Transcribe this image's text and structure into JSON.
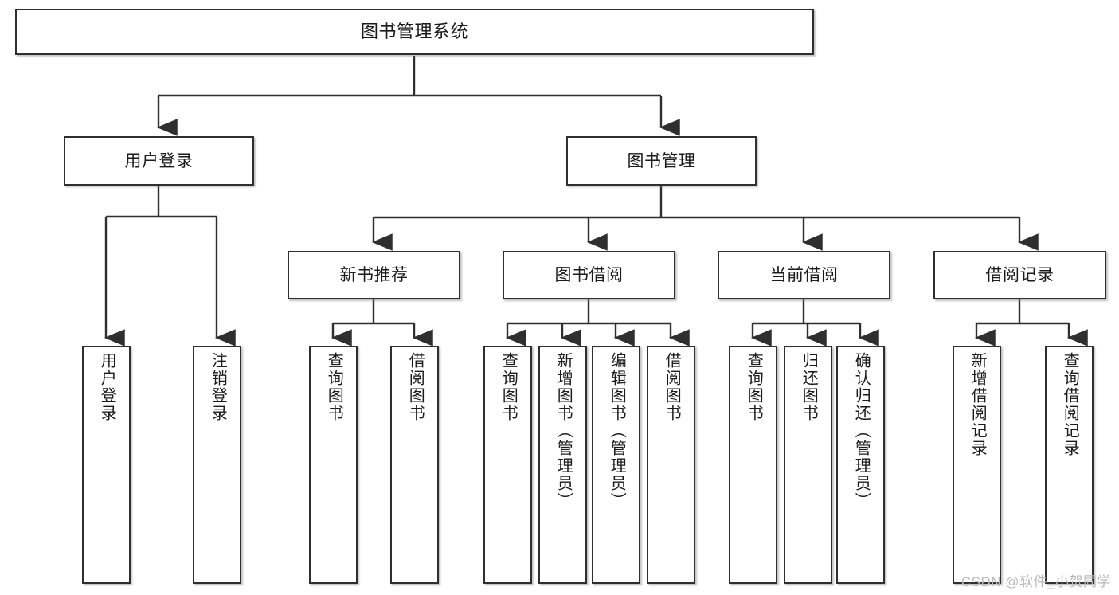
{
  "diagram": {
    "title": "图书管理系统",
    "type": "tree",
    "watermark": "CSDN @软件_小贺同学",
    "colors": {
      "box_border": "#2f2f2f",
      "box_fill": "#ffffff",
      "connector": "#2f2f2f",
      "text": "#1b1b1b",
      "watermark": "#b9b9b9",
      "background": "#ffffff"
    },
    "nodes": {
      "root": {
        "label": "图书管理系统"
      },
      "level2": [
        {
          "id": "user-login",
          "label": "用户登录"
        },
        {
          "id": "book-manage",
          "label": "图书管理"
        }
      ],
      "level3": [
        {
          "id": "new-book-recommend",
          "label": "新书推荐"
        },
        {
          "id": "book-borrow",
          "label": "图书借阅"
        },
        {
          "id": "current-borrow",
          "label": "当前借阅"
        },
        {
          "id": "borrow-record",
          "label": "借阅记录"
        }
      ],
      "leaves": {
        "user-login": [
          {
            "id": "leaf-user-login",
            "label": "用户登录"
          },
          {
            "id": "leaf-logout-login",
            "label": "注销登录"
          }
        ],
        "new-book-recommend": [
          {
            "id": "leaf-query-book-1",
            "label": "查询图书"
          },
          {
            "id": "leaf-borrow-book-1",
            "label": "借阅图书"
          }
        ],
        "book-borrow": [
          {
            "id": "leaf-query-book-2",
            "label": "查询图书"
          },
          {
            "id": "leaf-add-book",
            "label": "新增图书（管理员）"
          },
          {
            "id": "leaf-edit-book",
            "label": "编辑图书（管理员）"
          },
          {
            "id": "leaf-borrow-book-2",
            "label": "借阅图书"
          }
        ],
        "current-borrow": [
          {
            "id": "leaf-query-book-3",
            "label": "查询图书"
          },
          {
            "id": "leaf-return-book",
            "label": "归还图书"
          },
          {
            "id": "leaf-confirm-return",
            "label": "确认归还（管理员）"
          }
        ],
        "borrow-record": [
          {
            "id": "leaf-add-record",
            "label": "新增借阅记录"
          },
          {
            "id": "leaf-query-record",
            "label": "查询借阅记录"
          }
        ]
      }
    }
  }
}
